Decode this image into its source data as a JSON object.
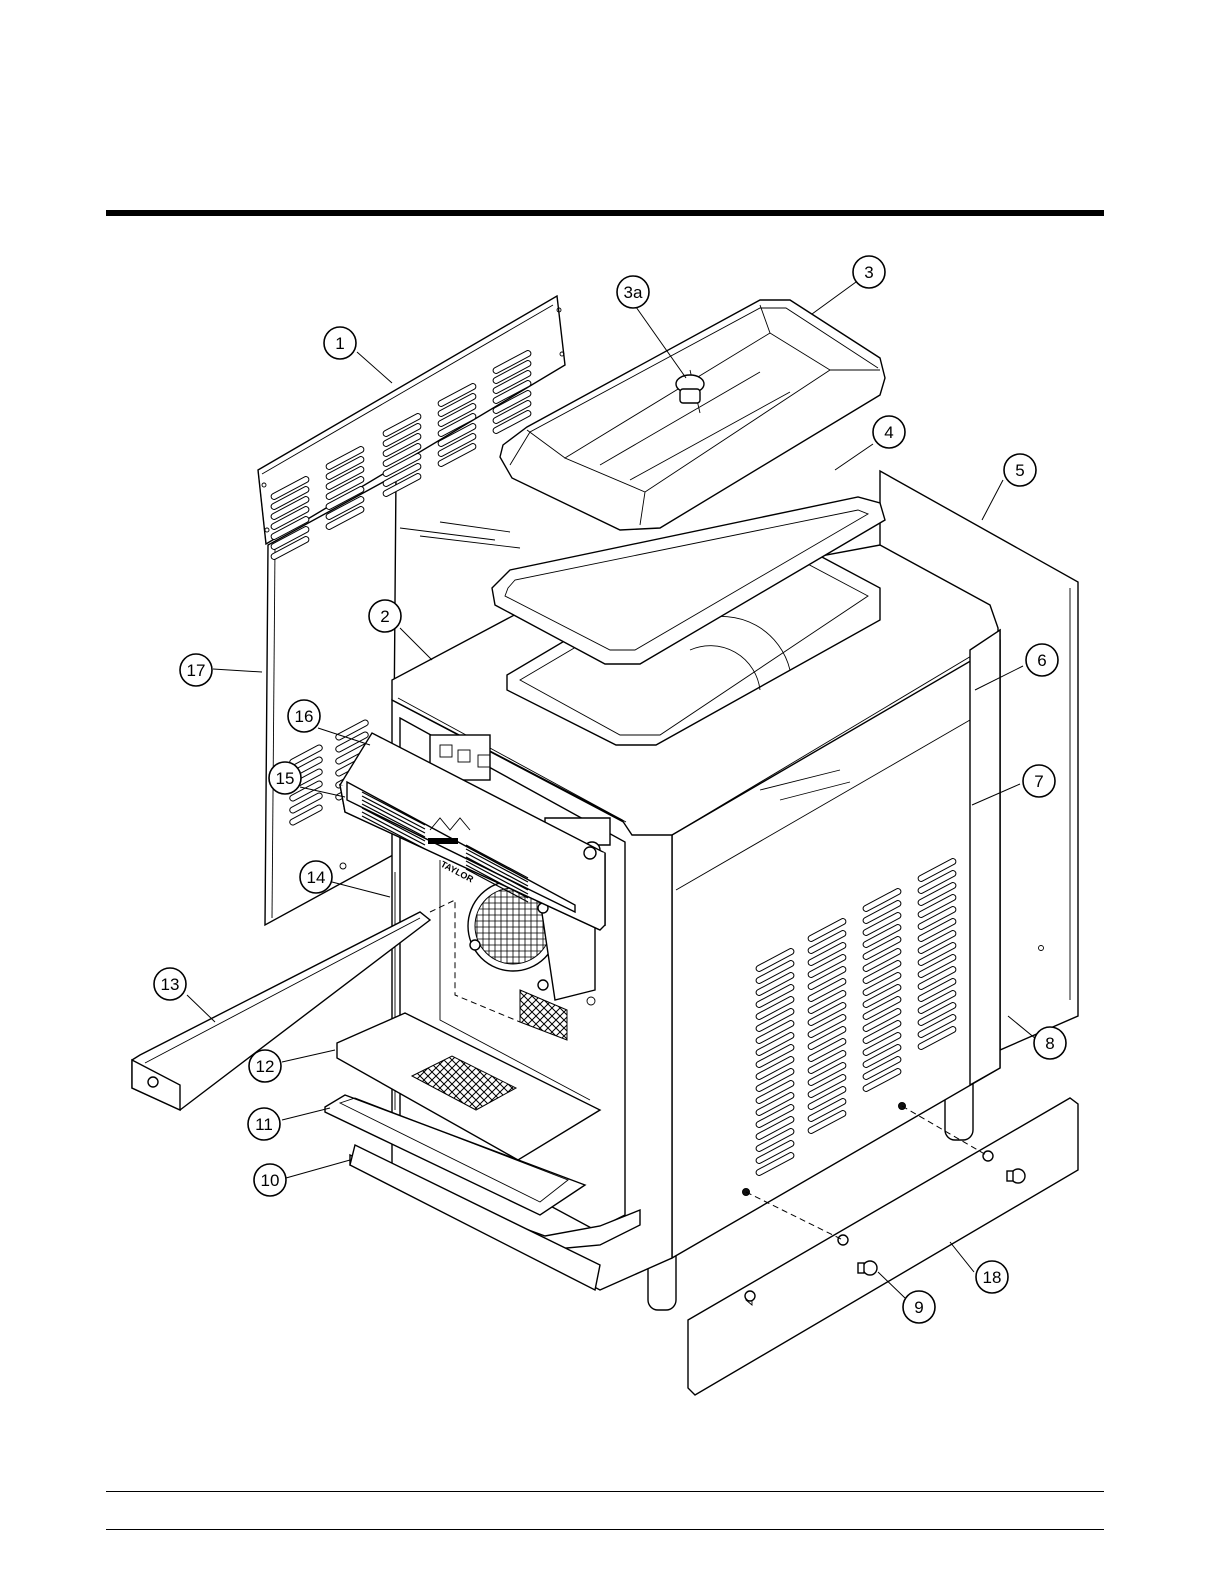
{
  "diagram": {
    "callouts": [
      {
        "id": "c1",
        "label": "1"
      },
      {
        "id": "c2",
        "label": "2"
      },
      {
        "id": "c3",
        "label": "3"
      },
      {
        "id": "c3a",
        "label": "3a"
      },
      {
        "id": "c4",
        "label": "4"
      },
      {
        "id": "c5",
        "label": "5"
      },
      {
        "id": "c6",
        "label": "6"
      },
      {
        "id": "c7",
        "label": "7"
      },
      {
        "id": "c8",
        "label": "8"
      },
      {
        "id": "c9",
        "label": "9"
      },
      {
        "id": "c10",
        "label": "10"
      },
      {
        "id": "c11",
        "label": "11"
      },
      {
        "id": "c12",
        "label": "12"
      },
      {
        "id": "c13",
        "label": "13"
      },
      {
        "id": "c14",
        "label": "14"
      },
      {
        "id": "c15",
        "label": "15"
      },
      {
        "id": "c16",
        "label": "16"
      },
      {
        "id": "c17",
        "label": "17"
      },
      {
        "id": "c18",
        "label": "18"
      }
    ],
    "logo_text": "TAYLOR"
  }
}
